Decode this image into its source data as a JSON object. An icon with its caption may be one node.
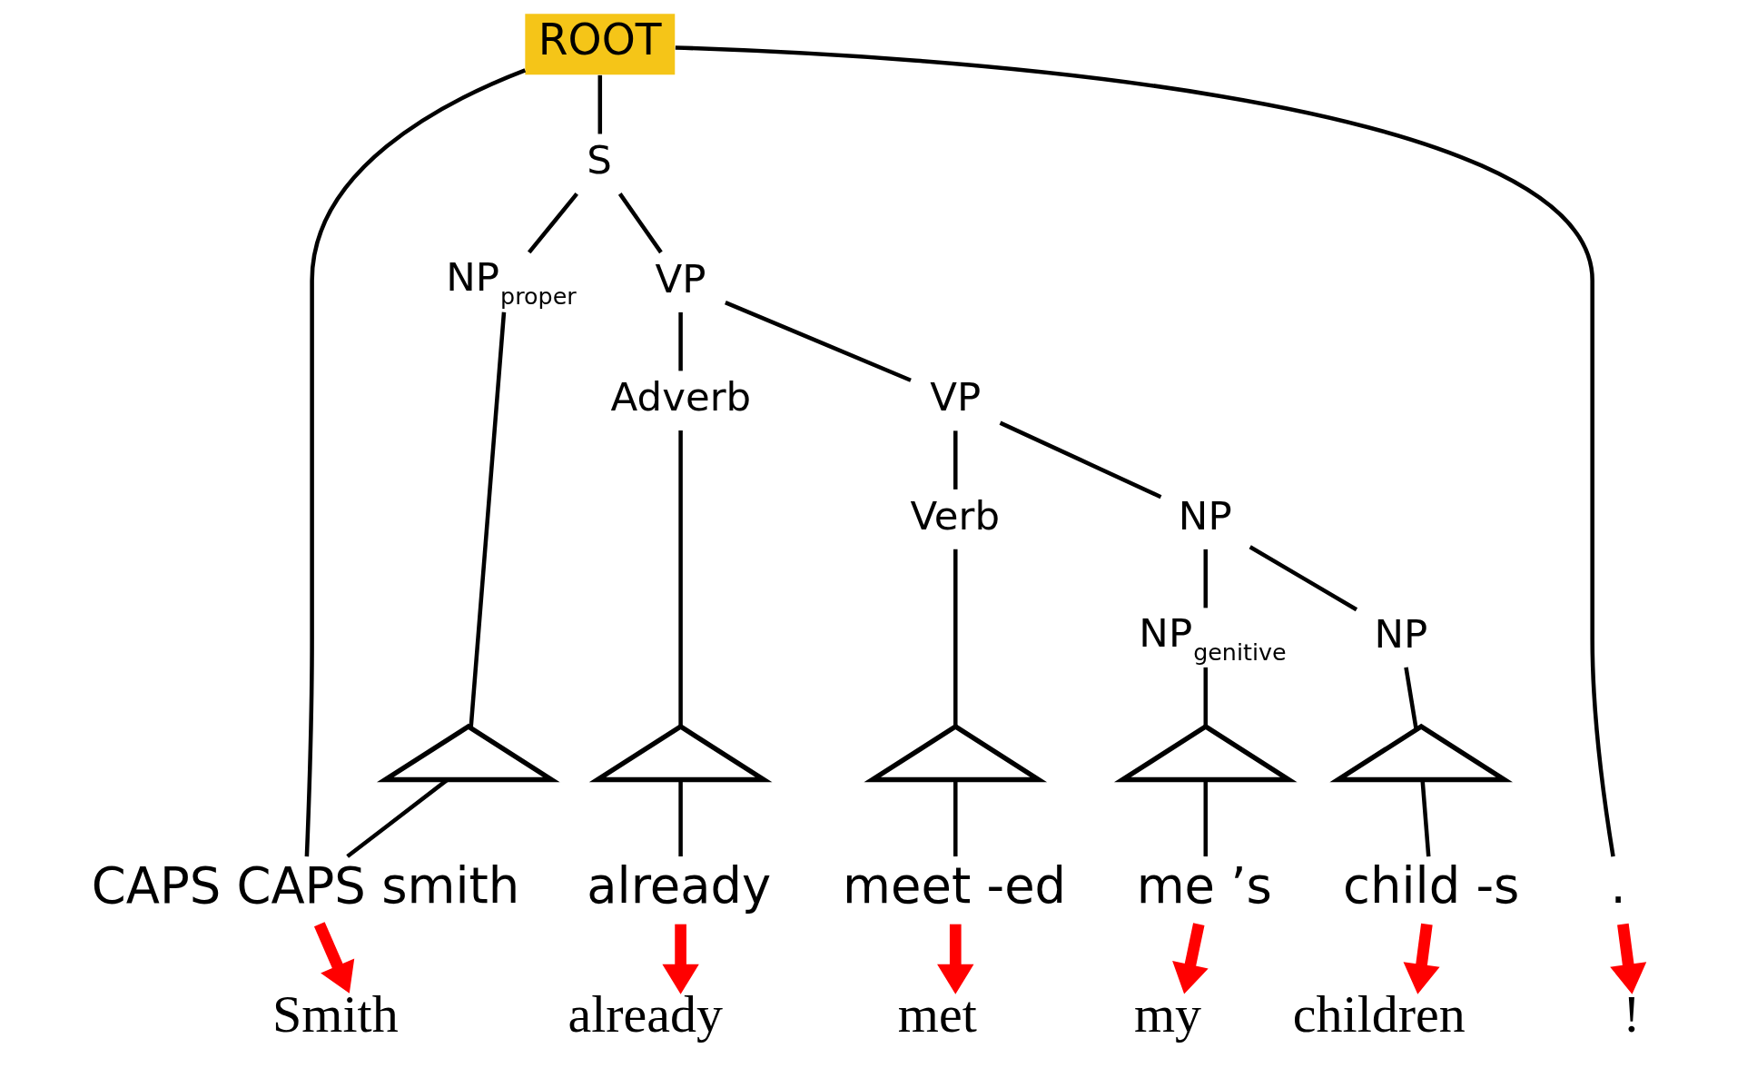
{
  "diagram": {
    "nodes": [
      {
        "text": [
          "ROOT"
        ]
      },
      {
        "text": [
          "S"
        ]
      },
      {
        "text": [
          "VP"
        ]
      },
      {
        "text": [
          "VP"
        ]
      },
      {
        "text": [
          "NP"
        ]
      },
      {
        "text": [
          "NP$_{proper}$"
        ]
      },
      {
        "text": [
          "Adverb"
        ]
      },
      {
        "text": [
          "Verb"
        ]
      },
      {
        "text": [
          "NP$_{genitive}$"
        ]
      },
      {
        "text": [
          "NP"
        ]
      },
      {
        "text": [],
        "shape": "triangle"
      },
      {
        "text": [],
        "shape": "triangle"
      },
      {
        "text": [],
        "shape": "triangle"
      },
      {
        "text": [],
        "shape": "triangle"
      },
      {
        "text": [],
        "shape": "triangle"
      },
      {
        "text": [
          "CAPS CAPS smith"
        ]
      },
      {
        "text": [
          "already"
        ]
      },
      {
        "text": [
          "meet -ed"
        ]
      },
      {
        "text": [
          "me ’s"
        ]
      },
      {
        "text": [
          "child -s"
        ]
      },
      {
        "text": [
          "."
        ]
      },
      {
        "text": [
          "Smith"
        ]
      },
      {
        "text": [
          "already"
        ]
      },
      {
        "text": [
          "met"
        ]
      },
      {
        "text": [
          "my"
        ]
      },
      {
        "text": [
          "children"
        ]
      },
      {
        "text": [
          "!"
        ]
      }
    ],
    "edges": [
      {
        "from": 0,
        "to": 15,
        "arrow": "none"
      },
      {
        "from": 0,
        "to": 1,
        "arrow": "none"
      },
      {
        "from": 0,
        "to": 20,
        "arrow": "none"
      },
      {
        "from": 1,
        "to": 5,
        "arrow": "none"
      },
      {
        "from": 1,
        "to": 2,
        "arrow": "none"
      },
      {
        "from": 2,
        "to": 6,
        "arrow": "none"
      },
      {
        "from": 2,
        "to": 3,
        "arrow": "none"
      },
      {
        "from": 3,
        "to": 7,
        "arrow": "none"
      },
      {
        "from": 3,
        "to": 4,
        "arrow": "none"
      },
      {
        "from": 4,
        "to": 8,
        "arrow": "none"
      },
      {
        "from": 4,
        "to": 9,
        "arrow": "none"
      },
      {
        "from": 10,
        "to": 15,
        "arrow": "none"
      },
      {
        "from": 11,
        "to": 16,
        "arrow": "none"
      },
      {
        "from": 12,
        "to": 17,
        "arrow": "none"
      },
      {
        "from": 13,
        "to": 18,
        "arrow": "none"
      },
      {
        "from": 14,
        "to": 19,
        "arrow": "none"
      },
      {
        "from": 5,
        "to": 10,
        "arrow": "none"
      },
      {
        "from": 6,
        "to": 11,
        "arrow": "none"
      },
      {
        "from": 7,
        "to": 12,
        "arrow": "none"
      },
      {
        "from": 8,
        "to": 13,
        "arrow": "none"
      },
      {
        "from": 9,
        "to": 14,
        "arrow": "none"
      },
      {
        "from": 15,
        "to": 21,
        "arrow": "to",
        "style": "thick",
        "color": "#ff0000"
      },
      {
        "from": 16,
        "to": 22,
        "arrow": "to",
        "style": "thick",
        "color": "#ff0000"
      },
      {
        "from": 17,
        "to": 23,
        "arrow": "to",
        "style": "thick",
        "color": "#ff0000"
      },
      {
        "from": 18,
        "to": 24,
        "arrow": "to",
        "style": "thick",
        "color": "#ff0000"
      },
      {
        "from": 19,
        "to": 25,
        "arrow": "to",
        "style": "thick",
        "color": "#ff0000"
      },
      {
        "from": 20,
        "to": 26,
        "arrow": "to",
        "style": "thick",
        "color": "#ff0000"
      }
    ]
  }
}
